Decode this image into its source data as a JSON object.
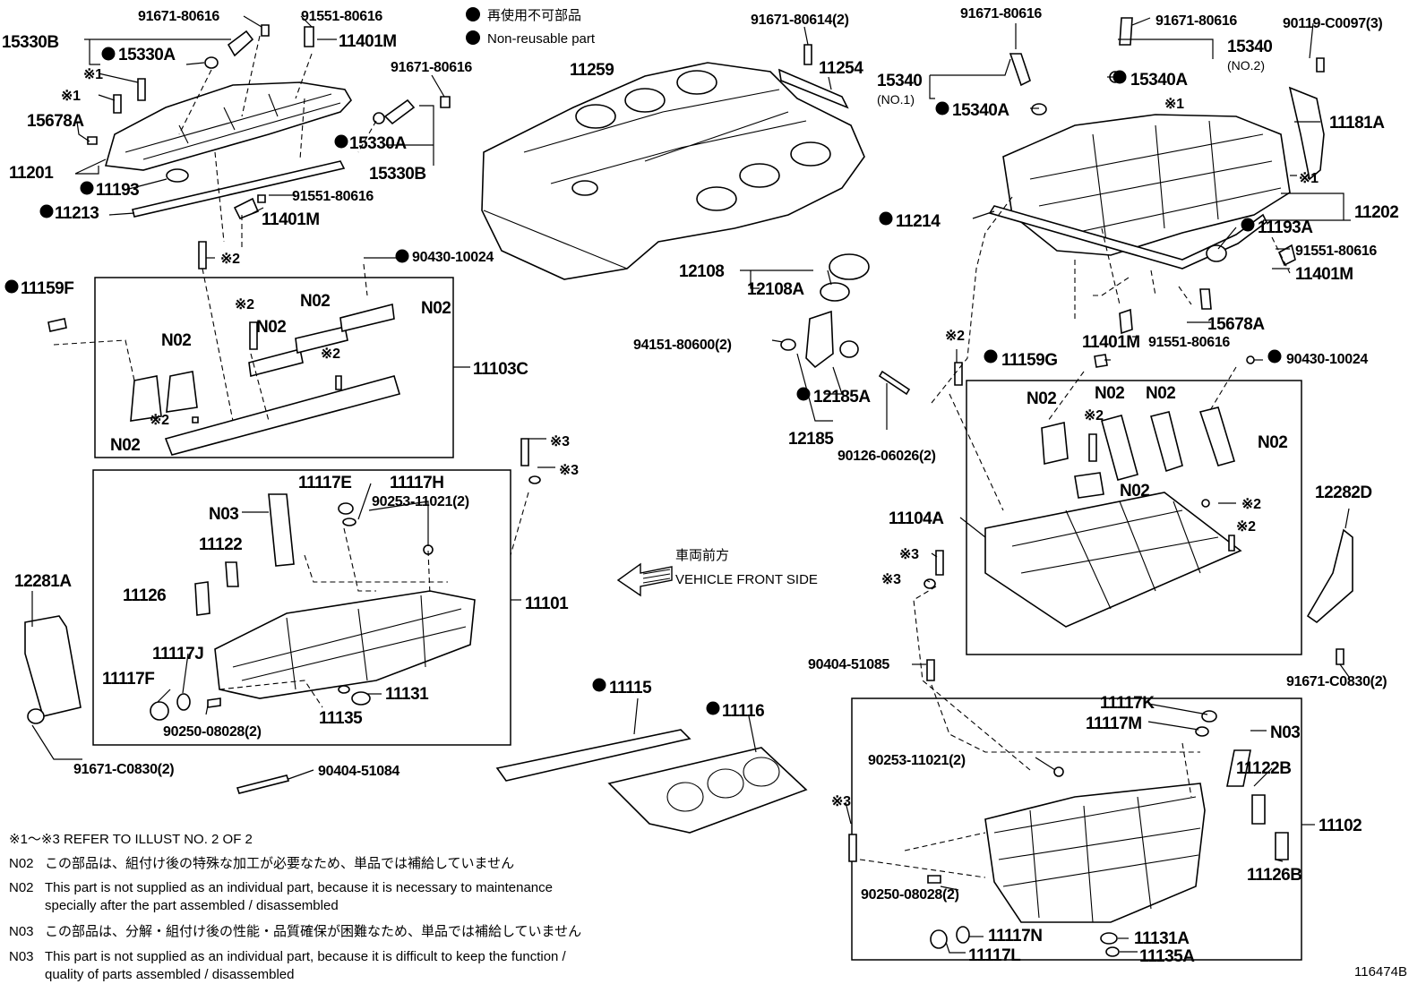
{
  "legend": {
    "jp": "再使用不可部品",
    "en": "Non-reusable part"
  },
  "direction": {
    "jp": "車両前方",
    "en": "VEHICLE FRONT SIDE"
  },
  "diagram_id": "116474B",
  "labels": {
    "p15330B_top": "15330B",
    "p15330A_top": "15330A",
    "p91671_80616_a": "91671-80616",
    "p91551_80616_a": "91551-80616",
    "p11401M_a": "11401M",
    "k1_a": "※1",
    "k1_b": "※1",
    "p15678A_a": "15678A",
    "p91671_80616_b": "91671-80616",
    "p15330A_b": "15330A",
    "p15330B_b": "15330B",
    "p11201": "11201",
    "p11193": "11193",
    "p11213": "11213",
    "p91551_80616_b": "91551-80616",
    "p11401M_b": "11401M",
    "k2_a": "※2",
    "p90430_10024_a": "90430-10024",
    "p11159F": "11159F",
    "n02_a": "N02",
    "n02_b": "N02",
    "n02_c": "N02",
    "n02_d": "N02",
    "n02_e": "N02",
    "k2_b": "※2",
    "k2_c": "※2",
    "k2_d": "※2",
    "p11103C": "11103C",
    "k3_a": "※3",
    "k3_b": "※3",
    "p11117E": "11117E",
    "p11117H": "11117H",
    "p90253_a": "90253-11021(2)",
    "n03_a": "N03",
    "p11122": "11122",
    "p11126": "11126",
    "p11101": "11101",
    "p12281A": "12281A",
    "p11117J": "11117J",
    "p11117F": "11117F",
    "p11131": "11131",
    "p11135": "11135",
    "p90250_a": "90250-08028(2)",
    "p91671_C0830_a": "91671-C0830(2)",
    "p90404_51084": "90404-51084",
    "p11259": "11259",
    "p91671_80614": "91671-80614(2)",
    "p11254": "11254",
    "p12108": "12108",
    "p12108A": "12108A",
    "p94151": "94151-80600(2)",
    "p12185A": "12185A",
    "p12185": "12185",
    "p90126": "90126-06026(2)",
    "p11115": "11115",
    "p11116": "11116",
    "p91671_80616_c": "91671-80616",
    "p91671_80616_d": "91671-80616",
    "p90119": "90119-C0097(3)",
    "p15340_no1": "15340",
    "no1": "(NO.1)",
    "p15340_no2": "15340",
    "no2": "(NO.2)",
    "p15340A_a": "15340A",
    "p15340A_b": "15340A",
    "k1_c": "※1",
    "p11181A": "11181A",
    "k1_d": "※1",
    "p11202": "11202",
    "p11214": "11214",
    "p11193A": "11193A",
    "p91551_80616_c": "91551-80616",
    "p11401M_c": "11401M",
    "p15678A_b": "15678A",
    "p11401M_d": "11401M",
    "p91551_80616_d": "91551-80616",
    "k2_e": "※2",
    "p11159G": "11159G",
    "p90430_10024_b": "90430-10024",
    "n02_f": "N02",
    "n02_g": "N02",
    "n02_h": "N02",
    "n02_i": "N02",
    "n02_j": "N02",
    "k2_f": "※2",
    "k2_g": "※2",
    "k2_h": "※2",
    "p11104A": "11104A",
    "k3_c": "※3",
    "k3_d": "※3",
    "p12282D": "12282D",
    "p91671_C0830_b": "91671-C0830(2)",
    "p90404_51085": "90404-51085",
    "p11117K": "11117K",
    "p11117M": "11117M",
    "n03_b": "N03",
    "p90253_b": "90253-11021(2)",
    "p11122B": "11122B",
    "k3_e": "※3",
    "p11102": "11102",
    "p11126B": "11126B",
    "p90250_b": "90250-08028(2)",
    "p11117N": "11117N",
    "p11117L": "11117L",
    "p11131A": "11131A",
    "p11135A": "11135A"
  },
  "footnotes": {
    "refer": "※1～※3  REFER TO ILLUST NO. 2 OF 2",
    "n02_code": "N02",
    "n02_jp": "この部品は、組付け後の特殊な加工が必要なため、単品では補給していません",
    "n02_en_1": "This part is not supplied as an individual part, because it is necessary to maintenance",
    "n02_en_2": "specially after the part assembled / disassembled",
    "n03_code": "N03",
    "n03_jp": "この部品は、分解・組付け後の性能・品質確保が困難なため、単品では補給していません",
    "n03_en_1": "This part is not supplied as an individual part, because it is difficult to keep the function /",
    "n03_en_2": "quality of parts  assembled / disassembled"
  }
}
